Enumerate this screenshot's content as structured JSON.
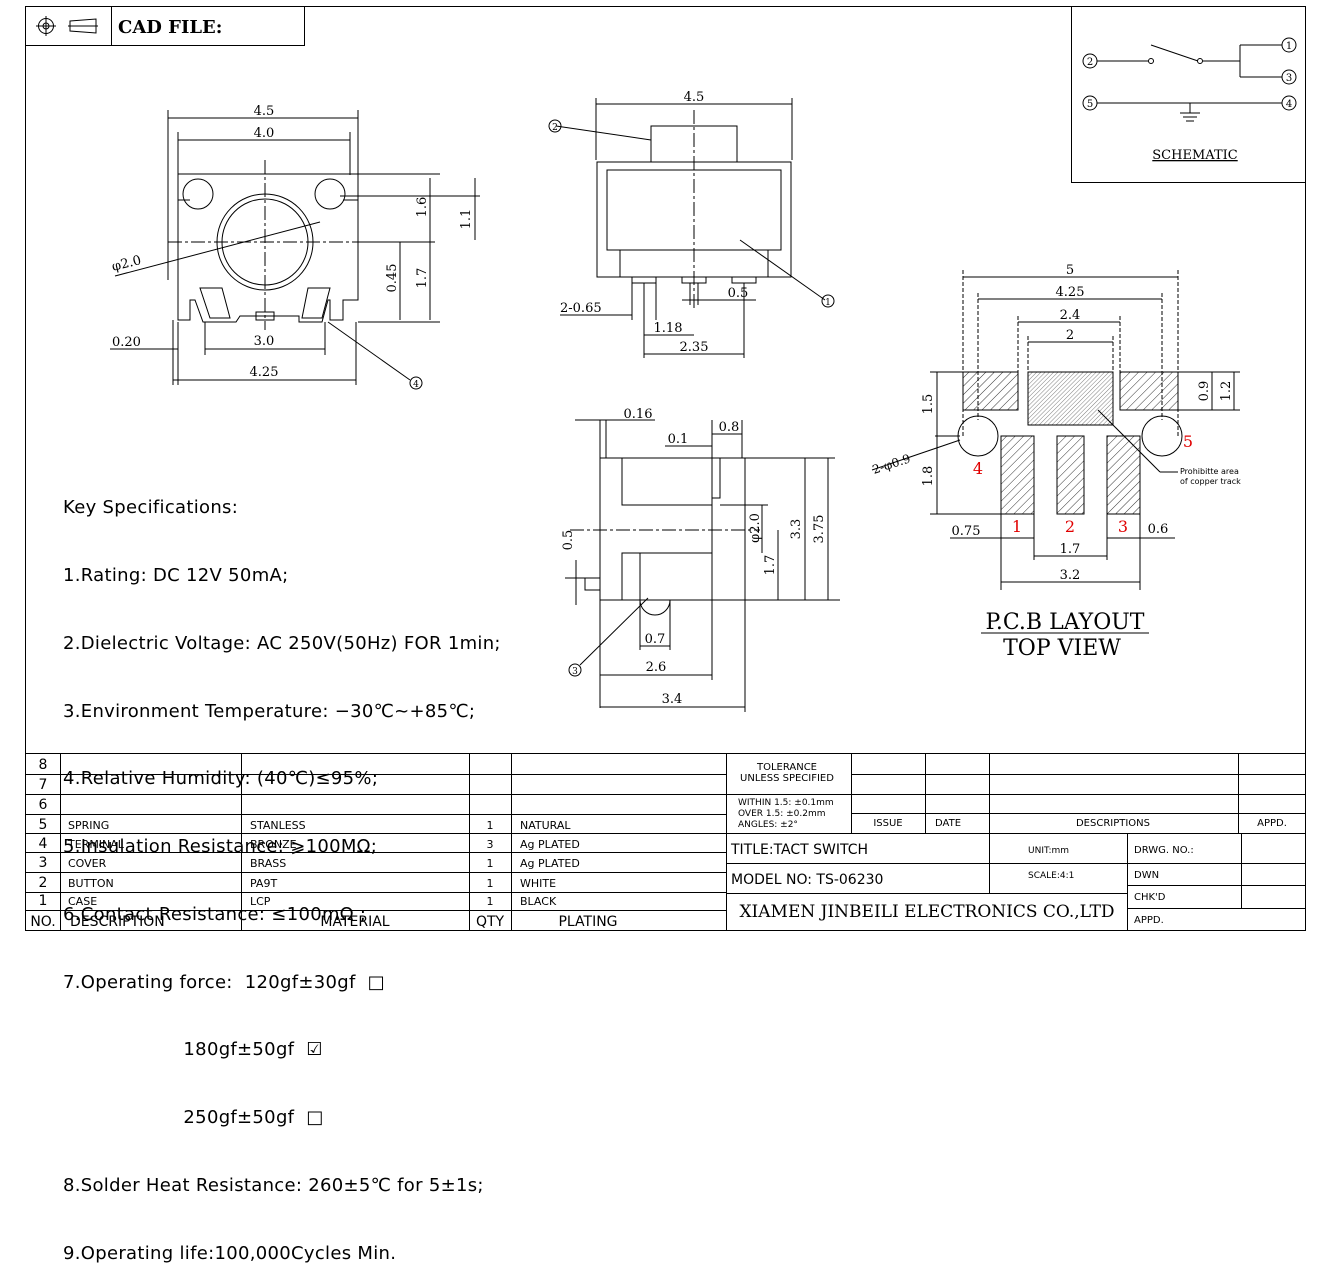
{
  "header": {
    "cad_label": "CAD FILE:"
  },
  "schematic": {
    "label": "SCHEMATIC",
    "pins": [
      "1",
      "2",
      "3",
      "4",
      "5"
    ]
  },
  "front_view": {
    "dims": {
      "w1": "4.5",
      "w2": "4.0",
      "h1": "1.6",
      "h2": "1.1",
      "dia": "φ2.0",
      "h3": "0.45",
      "h4": "1.7",
      "pad": "0.20",
      "w3": "3.0",
      "w4": "4.25"
    },
    "callout": "4"
  },
  "top_side_view": {
    "dims": {
      "w": "4.5",
      "a": "2-0.65",
      "b": "0.5",
      "c": "1.18",
      "d": "2.35"
    },
    "callouts": [
      "2",
      "1"
    ]
  },
  "side_view": {
    "dims": {
      "a": "0.16",
      "b": "0.1",
      "c": "0.8",
      "d": "φ2.0",
      "e": "3.3",
      "f": "3.75",
      "g": "0.5",
      "h": "1.7",
      "i": "0.7",
      "j": "2.6",
      "k": "3.4"
    },
    "callout": "3"
  },
  "pcb_layout": {
    "dims": {
      "w5": "5",
      "w425": "4.25",
      "w24": "2.4",
      "w2": "2",
      "h15": "1.5",
      "h09": "0.9",
      "h12": "1.2",
      "holes": "2-φ0.9",
      "h18": "1.8",
      "l075": "0.75",
      "r06": "0.6",
      "p17": "1.7",
      "p32": "3.2"
    },
    "pins": [
      "1",
      "2",
      "3",
      "4",
      "5"
    ],
    "note_line1": "Prohibitte area",
    "note_line2": "of copper track",
    "title": "P.C.B LAYOUT",
    "subtitle": "TOP VIEW",
    "pin_color": "#e00000"
  },
  "specs": {
    "heading": "Key Specifications:",
    "items": [
      "1.Rating: DC 12V 50mA;",
      "2.Dielectric Voltage: AC 250V(50Hz) FOR 1min;",
      "3.Environment Temperature: −30℃~+85℃;",
      "4.Relative Humidity: (40℃)≤95%;",
      "5.Insulation Resistance: ⩾100MΩ;",
      "6.Contact Resistance: ≤100mΩ ;",
      "7.Operating force:  120gf±30gf  □",
      "                    180gf±50gf  ☑",
      "                    250gf±50gf  □",
      "8.Solder Heat Resistance: 260±5℃ for 5±1s;",
      "9.Operating life:100,000Cycles Min."
    ]
  },
  "bom": {
    "rows": [
      {
        "no": "8",
        "desc": "",
        "mat": "",
        "qty": "",
        "plating": ""
      },
      {
        "no": "7",
        "desc": "",
        "mat": "",
        "qty": "",
        "plating": ""
      },
      {
        "no": "6",
        "desc": "",
        "mat": "",
        "qty": "",
        "plating": ""
      },
      {
        "no": "5",
        "desc": "SPRING",
        "mat": "STANLESS",
        "qty": "1",
        "plating": "NATURAL"
      },
      {
        "no": "4",
        "desc": "TERMINAL",
        "mat": "BRONZE",
        "qty": "3",
        "plating": "Ag PLATED"
      },
      {
        "no": "3",
        "desc": "COVER",
        "mat": "BRASS",
        "qty": "1",
        "plating": "Ag PLATED"
      },
      {
        "no": "2",
        "desc": "BUTTON",
        "mat": "PA9T",
        "qty": "1",
        "plating": "WHITE"
      },
      {
        "no": "1",
        "desc": "CASE",
        "mat": "LCP",
        "qty": "1",
        "plating": "BLACK"
      }
    ],
    "headers": {
      "no": "NO.",
      "desc": "DESCRIPTION",
      "mat": "MATERIAL",
      "qty": "QTY",
      "plating": "PLATING"
    }
  },
  "title_block": {
    "tolerance_l1": "TOLERANCE",
    "tolerance_l2": "UNLESS SPECIFIED",
    "within": "WITHIN 1.5: ±0.1mm",
    "over": "OVER 1.5:  ±0.2mm",
    "angles": "ANGLES: ±2°",
    "issue": "ISSUE",
    "date": "DATE",
    "descriptions": "DESCRIPTIONS",
    "appd": "APPD.",
    "title": "TITLE:TACT SWITCH",
    "unit": "UNIT:mm",
    "drwg": "DRWG. NO.:",
    "model": "MODEL NO: TS-06230",
    "scale": "SCALE:4:1",
    "dwn": "DWN",
    "chkd": "CHK'D",
    "company": "XIAMEN JINBEILI ELECTRONICS CO.,LTD",
    "appd2": "APPD."
  }
}
